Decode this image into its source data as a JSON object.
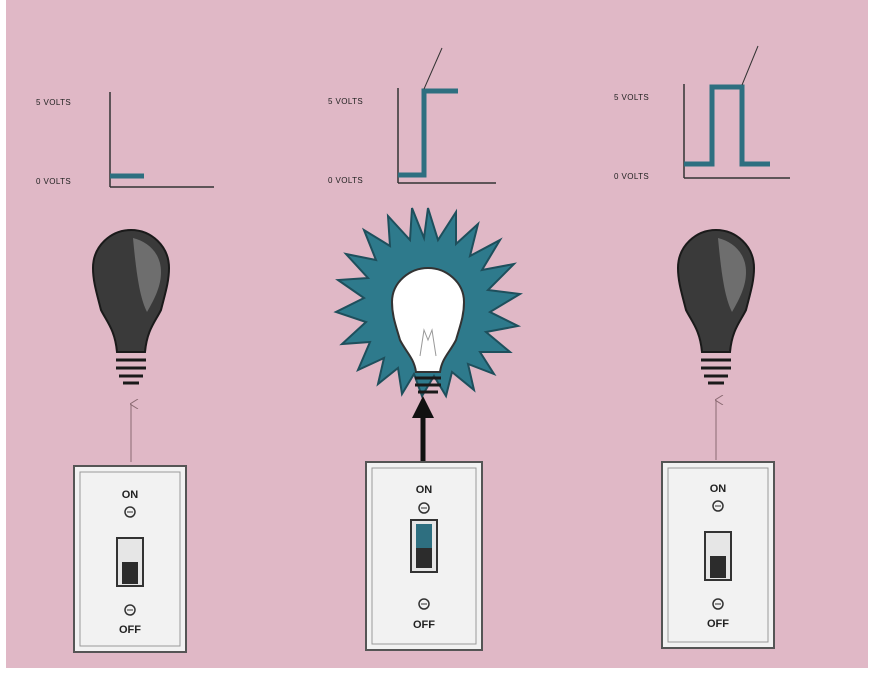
{
  "colors": {
    "background": "#e0b8c6",
    "signal": "#2e6f80",
    "glow": "#2e7a8c",
    "bulb_off": "#3a3a3a",
    "bulb_on": "#ffffff",
    "axis": "#333333"
  },
  "scenes": [
    {
      "graph": {
        "top_label": "5 VOLTS",
        "bottom_label": "0 VOLTS",
        "signal": "low"
      },
      "bulb": {
        "state": "off",
        "icon": "light-bulb-icon"
      },
      "arrow": "thin",
      "switch": {
        "on_label": "ON",
        "off_label": "OFF",
        "position": "off"
      }
    },
    {
      "graph": {
        "top_label": "5 VOLTS",
        "bottom_label": "0 VOLTS",
        "signal": "rising-edge"
      },
      "bulb": {
        "state": "on",
        "icon": "glowing-light-bulb-icon"
      },
      "arrow": "bold",
      "switch": {
        "on_label": "ON",
        "off_label": "OFF",
        "position": "on"
      }
    },
    {
      "graph": {
        "top_label": "5 VOLTS",
        "bottom_label": "0 VOLTS",
        "signal": "pulse"
      },
      "bulb": {
        "state": "off",
        "icon": "light-bulb-icon"
      },
      "arrow": "thin",
      "switch": {
        "on_label": "ON",
        "off_label": "OFF",
        "position": "off"
      }
    }
  ]
}
